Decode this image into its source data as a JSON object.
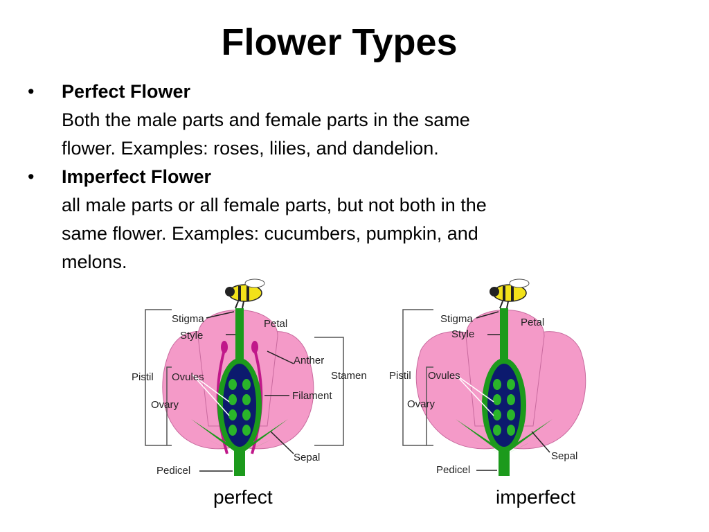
{
  "title": "Flower Types",
  "bullets": [
    {
      "heading": "Perfect Flower",
      "line1": "Both the male parts and female parts in the same",
      "line2": "flower. Examples: roses, lilies, and dandelion."
    },
    {
      "heading": "Imperfect Flower",
      "line1": "all male parts or all female parts, but not both in the",
      "line2": "same flower. Examples: cucumbers, pumpkin, and",
      "line3": "melons."
    }
  ],
  "diagram_left": {
    "labels": {
      "stigma": "Stigma",
      "style": "Style",
      "petal": "Petal",
      "anther": "Anther",
      "stamen": "Stamen",
      "pistil": "Pistil",
      "ovules": "Ovules",
      "filament": "Filament",
      "ovary": "Ovary",
      "sepal": "Sepal",
      "pedicel": "Pedicel"
    },
    "caption": "perfect"
  },
  "diagram_right": {
    "labels": {
      "stigma": "Stigma",
      "style": "Style",
      "petal": "Petal",
      "pistil": "Pistil",
      "ovules": "Ovules",
      "ovary": "Ovary",
      "sepal": "Sepal",
      "pedicel": "Pedicel"
    },
    "caption": "imperfect"
  },
  "colors": {
    "petal": "#f49ac8",
    "stem": "#1c9a1c",
    "ovary": "#0c1a6e",
    "ovule": "#2ab52a",
    "stamen": "#c0188a",
    "bee_yellow": "#f2e21a"
  }
}
